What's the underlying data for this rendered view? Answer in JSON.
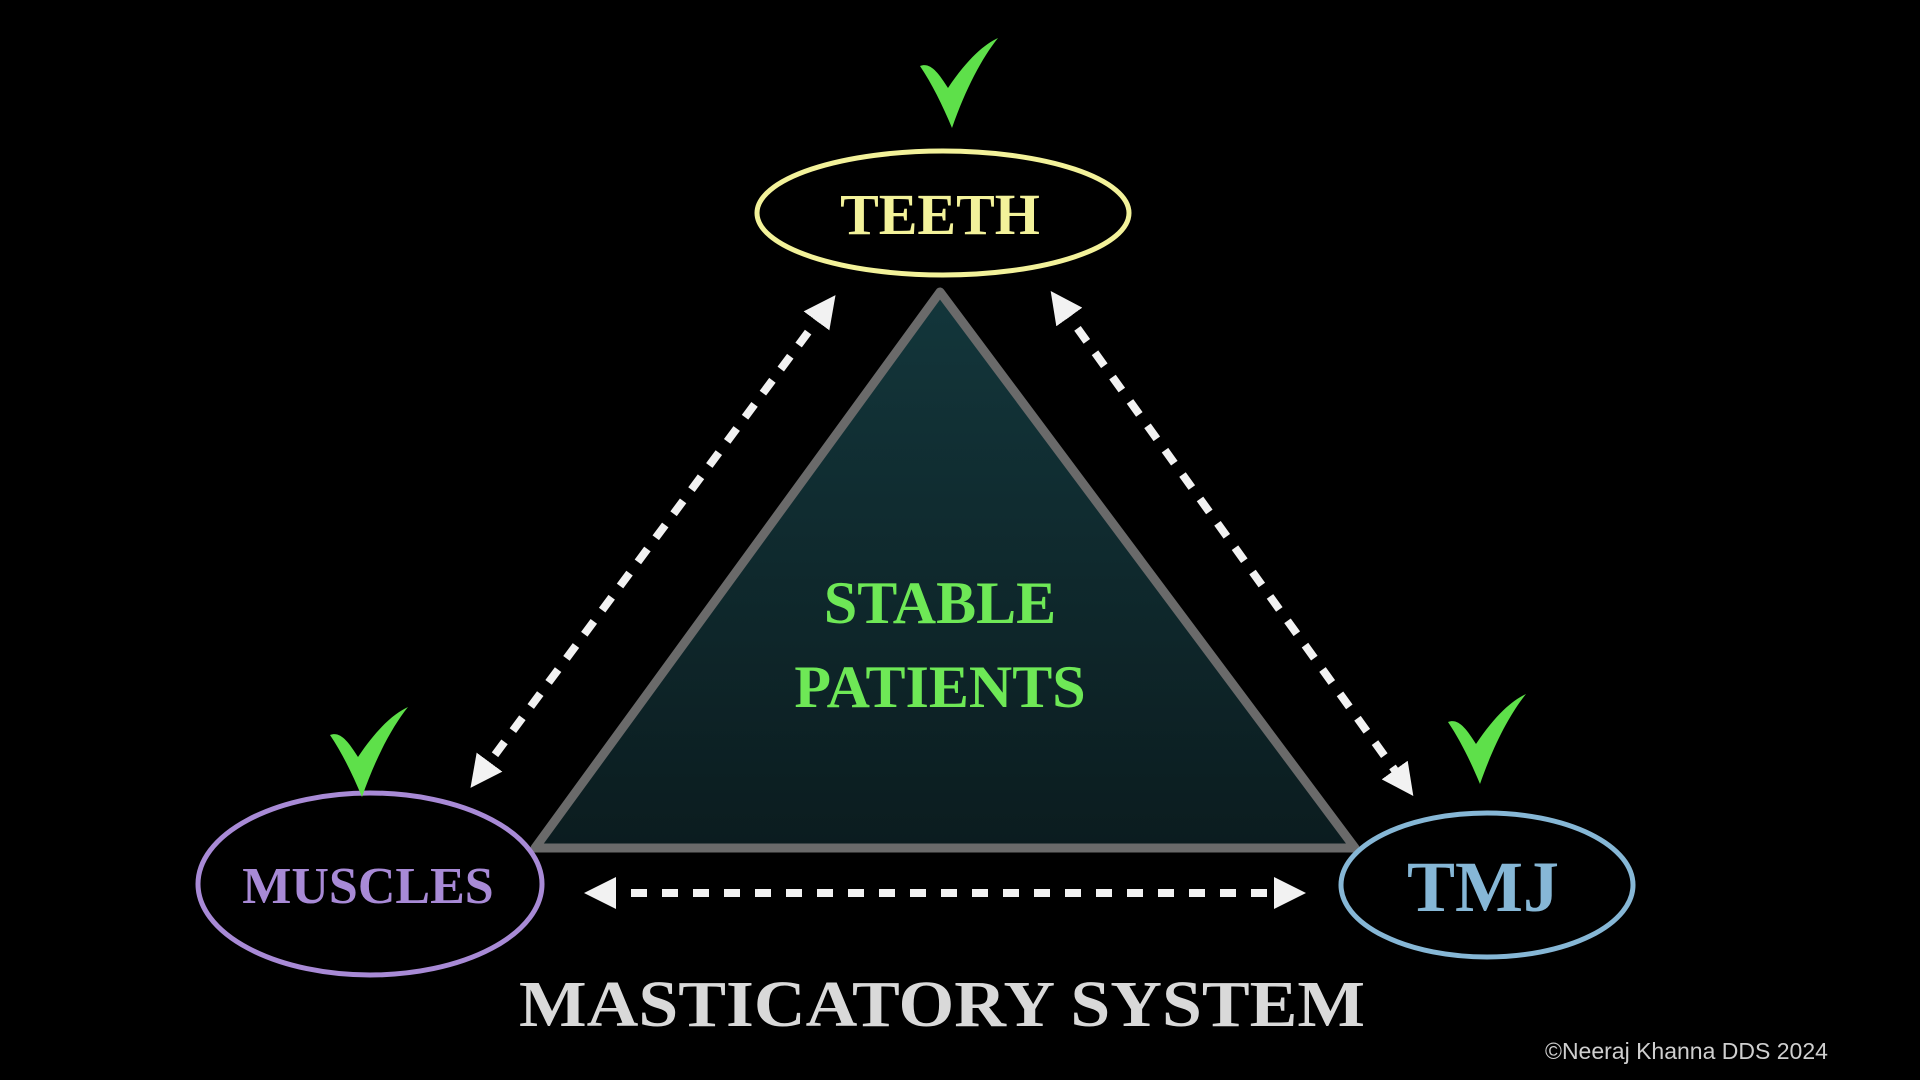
{
  "diagram": {
    "title": "MASTICATORY SYSTEM",
    "center_label": [
      "STABLE",
      "PATIENTS"
    ],
    "nodes": {
      "top": {
        "label": "TEETH",
        "color": "#f3f29a",
        "checked": true
      },
      "left": {
        "label": "MUSCLES",
        "color": "#a88ad6",
        "checked": true
      },
      "right": {
        "label": "TMJ",
        "color": "#86b7d6",
        "checked": true
      }
    },
    "connections": [
      {
        "from": "TEETH",
        "to": "MUSCLES",
        "style": "dashed-bidirectional"
      },
      {
        "from": "TEETH",
        "to": "TMJ",
        "style": "dashed-bidirectional"
      },
      {
        "from": "MUSCLES",
        "to": "TMJ",
        "style": "dashed-bidirectional"
      }
    ],
    "check_icon": "check-mark-icon",
    "colors": {
      "check": "#5ee04a",
      "center_text": "#6ee856",
      "triangle_fill": "#0f2a2e",
      "triangle_border": "#6a6a6a",
      "arrow": "#f2f2f2",
      "title": "#d9d9d9"
    },
    "copyright": "©Neeraj Khanna DDS 2024"
  }
}
